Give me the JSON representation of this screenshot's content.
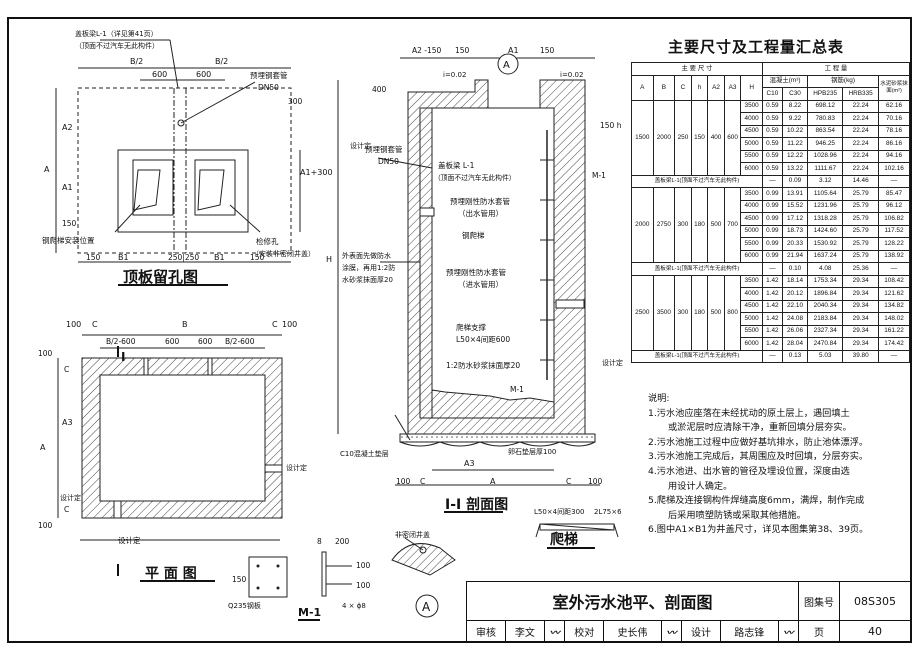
{
  "table_title": "主要尺寸及工程量汇总表",
  "table": {
    "group_dims": "主 要 尺 寸",
    "group_qty": "工 程 量",
    "h_A": "A",
    "h_B": "B",
    "h_C": "C",
    "h_h": "h",
    "h_A2": "A2",
    "h_A3": "A3",
    "h_H": "H",
    "h_concrete": "混凝土(m³)",
    "h_rebar": "钢筋(kg)",
    "h_mortar": "水泥砂浆抹面(m²)",
    "h_C10": "C10",
    "h_C30": "C30",
    "h_HPB": "HPB235",
    "h_HRB": "HRB335",
    "groups": [
      {
        "A": "1500",
        "B": "2000",
        "C": "250",
        "h": "150",
        "A2": "400",
        "A3": "600",
        "rows": [
          [
            "3500",
            "0.59",
            "8.22",
            "698.12",
            "22.24",
            "62.16"
          ],
          [
            "4000",
            "0.59",
            "9.22",
            "780.83",
            "22.24",
            "70.16"
          ],
          [
            "4500",
            "0.59",
            "10.22",
            "863.54",
            "22.24",
            "78.16"
          ],
          [
            "5000",
            "0.59",
            "11.22",
            "946.25",
            "22.24",
            "86.16"
          ],
          [
            "5500",
            "0.59",
            "12.22",
            "1028.96",
            "22.24",
            "94.16"
          ],
          [
            "6000",
            "0.59",
            "13.22",
            "1111.67",
            "22.24",
            "102.16"
          ]
        ],
        "beam": [
          "盖板梁L-1(顶面不过汽车无此构件)",
          "—",
          "0.09",
          "3.12",
          "14.46",
          "—"
        ]
      },
      {
        "A": "2000",
        "B": "2750",
        "C": "300",
        "h": "180",
        "A2": "500",
        "A3": "700",
        "rows": [
          [
            "3500",
            "0.99",
            "13.91",
            "1105.64",
            "25.79",
            "85.47"
          ],
          [
            "4000",
            "0.99",
            "15.52",
            "1231.96",
            "25.79",
            "96.12"
          ],
          [
            "4500",
            "0.99",
            "17.12",
            "1318.28",
            "25.79",
            "106.82"
          ],
          [
            "5000",
            "0.99",
            "18.73",
            "1424.60",
            "25.79",
            "117.52"
          ],
          [
            "5500",
            "0.99",
            "20.33",
            "1530.92",
            "25.79",
            "128.22"
          ],
          [
            "6000",
            "0.99",
            "21.94",
            "1637.24",
            "25.79",
            "138.92"
          ]
        ],
        "beam": [
          "盖板梁L-1(顶面不过汽车无此构件)",
          "—",
          "0.10",
          "4.08",
          "25.36",
          "—"
        ]
      },
      {
        "A": "2500",
        "B": "3500",
        "C": "300",
        "h": "180",
        "A2": "500",
        "A3": "800",
        "rows": [
          [
            "3500",
            "1.42",
            "18.14",
            "1753.34",
            "29.34",
            "108.42"
          ],
          [
            "4000",
            "1.42",
            "20.12",
            "1896.84",
            "29.34",
            "121.62"
          ],
          [
            "4500",
            "1.42",
            "22.10",
            "2040.34",
            "29.34",
            "134.82"
          ],
          [
            "5000",
            "1.42",
            "24.08",
            "2183.84",
            "29.34",
            "148.02"
          ],
          [
            "5500",
            "1.42",
            "26.06",
            "2327.34",
            "29.34",
            "161.22"
          ],
          [
            "6000",
            "1.42",
            "28.04",
            "2470.84",
            "29.34",
            "174.42"
          ]
        ],
        "beam": [
          "盖板梁L-1(顶面不过汽车无此构件)",
          "—",
          "0.13",
          "5.03",
          "39.80",
          "—"
        ]
      }
    ]
  },
  "notes": {
    "heading": "说明:",
    "lines": [
      "1.污水池应座落在未经扰动的原土层上，遇回填土",
      "或淤泥层时应清除干净，重新回填分层夯实。",
      "2.污水池施工过程中应做好基坑排水，防止池体漂浮。",
      "3.污水池施工完成后，其周围应及时回填，分层夯实。",
      "4.污水池进、出水管的管径及埋设位置，深度由选",
      "用设计人确定。",
      "5.爬梯及连接钢构件焊缝高度6mm，满焊，制作完成",
      "后采用喷塑防锈或采取其他措施。",
      "6.图中A1×B1为井盖尺寸，详见本图集第38、39页。"
    ]
  },
  "drawings": {
    "top_plan": {
      "title": "顶板留孔图",
      "beam_note1": "盖板梁L-1（详见第41页）",
      "beam_note2": "（顶面不过汽车无此构件）",
      "b2a": "B/2",
      "b2b": "B/2",
      "d600a": "600",
      "d600b": "600",
      "pipe1": "预埋钢套管",
      "pipe2": "DN50",
      "d300": "300",
      "A": "A",
      "A1": "A1",
      "A2": "A2",
      "A1_300": "A1+300",
      "d150l": "150",
      "ladder": "钢爬梯安装位置",
      "hole1": "检修孔",
      "hole2": "（安装非密闭井盖）",
      "b150a": "150",
      "B1a": "B1",
      "b250": "250|250",
      "B1b": "B1",
      "b150b": "150"
    },
    "section": {
      "title": "I-I 剖面图",
      "top_A2": "A2 -150",
      "top_150": "150",
      "top_A1": "A1",
      "top_150b": "150",
      "i002a": "i=0.02",
      "i002b": "i=0.02",
      "markA": "A",
      "d400": "400",
      "design1": "设计定",
      "pipe1": "预埋钢套管",
      "pipe2": "DN50",
      "beam1": "盖板梁 L-1",
      "beam2": "（顶面不过汽车无此构件）",
      "flex1": "预埋刚性防水套管",
      "flex2": "（出水管用）",
      "ladder": "钢爬梯",
      "waterproof1": "外表面先做防水",
      "waterproof2": "涂膜，再用1:2防",
      "waterproof3": "水砂浆抹面厚20",
      "flex3": "预埋刚性防水套管",
      "flex4": "（进水管用）",
      "support1": "爬梯支撑",
      "support2": "L50×4间距600",
      "mortar": "1:2防水砂浆抹面厚20",
      "M1a": "M-1",
      "M1b": "M-1",
      "H": "H",
      "design2": "设计定",
      "d150": "150 h",
      "cushion": "C10混凝土垫层",
      "A3": "A3",
      "gravel": "卵石垫层厚100",
      "d100a": "100",
      "C1": "C",
      "A": "A",
      "C2": "C",
      "d100b": "100"
    },
    "plan": {
      "title": "平 面 图",
      "mark": "I",
      "d100": "100",
      "C1": "C",
      "B": "B",
      "C2": "C",
      "d100r": "100",
      "b2a": "B/2-600",
      "d600a": "600",
      "d600b": "600",
      "b2b": "B/2-600",
      "A3": "A3",
      "A": "A",
      "design1": "设计定",
      "design2": "设计定",
      "design3": "设计定",
      "C3": "C",
      "C4": "C",
      "d100t": "100",
      "d100bm": "100"
    },
    "m1": {
      "title": "M-1",
      "d8": "8",
      "d200": "200",
      "d100a": "100",
      "d100b": "100",
      "d150": "150",
      "plate": "Q235钢板",
      "rebar": "4 × ϕ8"
    },
    "detailA": {
      "label": "A",
      "note": "非密闭井盖"
    },
    "ladder": {
      "title": "爬梯",
      "note1": "L50×4间距300",
      "note2": "2L75×6"
    }
  },
  "title_block": {
    "drawing_title": "室外污水池平、剖面图",
    "atlas_label": "图集号",
    "atlas_no": "08S305",
    "review": "审核",
    "reviewer": "李文",
    "check": "校对",
    "checker": "史长伟",
    "design": "设计",
    "designer": "路志锋",
    "page_label": "页",
    "page_no": "40"
  }
}
